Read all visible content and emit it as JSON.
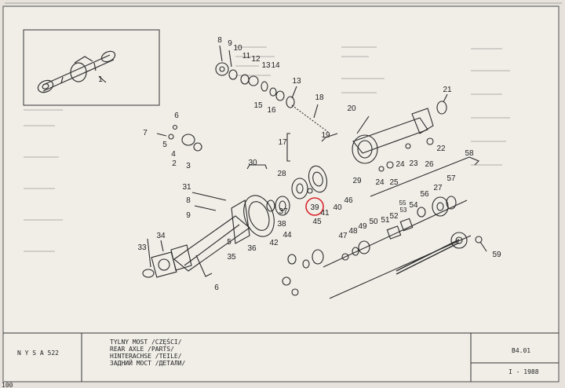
{
  "sheet": {
    "model": "N Y S A  522",
    "title_lines": [
      "TYLNY MOST /CZĘŚCI/",
      "REAR AXLE /PARTS/",
      "HINTERACHSE /TEILE/",
      "ЗАДНИЙ МОСТ /ДЕТАЛИ/"
    ],
    "page_code": "B4.01",
    "date": "I - 1988",
    "corner_number": "100"
  },
  "callouts": [
    {
      "id": "c1",
      "label": "1"
    },
    {
      "id": "c2",
      "label": "2"
    },
    {
      "id": "c3",
      "label": "3"
    },
    {
      "id": "c4",
      "label": "4"
    },
    {
      "id": "c5",
      "label": "5"
    },
    {
      "id": "c6",
      "label": "6"
    },
    {
      "id": "c7",
      "label": "7"
    },
    {
      "id": "c8",
      "label": "8"
    },
    {
      "id": "c9",
      "label": "9"
    },
    {
      "id": "c10",
      "label": "10"
    },
    {
      "id": "c11",
      "label": "11"
    },
    {
      "id": "c12",
      "label": "12"
    },
    {
      "id": "c13a",
      "label": "13"
    },
    {
      "id": "c13b",
      "label": "13"
    },
    {
      "id": "c14",
      "label": "14"
    },
    {
      "id": "c15",
      "label": "15"
    },
    {
      "id": "c16",
      "label": "16"
    },
    {
      "id": "c17",
      "label": "17"
    },
    {
      "id": "c18",
      "label": "18"
    },
    {
      "id": "c19",
      "label": "19"
    },
    {
      "id": "c20",
      "label": "20"
    },
    {
      "id": "c21",
      "label": "21"
    },
    {
      "id": "c22",
      "label": "22"
    },
    {
      "id": "c23",
      "label": "23"
    },
    {
      "id": "c24a",
      "label": "24"
    },
    {
      "id": "c24b",
      "label": "24"
    },
    {
      "id": "c25",
      "label": "25"
    },
    {
      "id": "c26",
      "label": "26"
    },
    {
      "id": "c27",
      "label": "27"
    },
    {
      "id": "c28",
      "label": "28"
    },
    {
      "id": "c29",
      "label": "29"
    },
    {
      "id": "c30",
      "label": "30"
    },
    {
      "id": "c31",
      "label": "31"
    },
    {
      "id": "c8b",
      "label": "8"
    },
    {
      "id": "c9b",
      "label": "9"
    },
    {
      "id": "c5b",
      "label": "5"
    },
    {
      "id": "c33",
      "label": "33"
    },
    {
      "id": "c34",
      "label": "34"
    },
    {
      "id": "c35",
      "label": "35"
    },
    {
      "id": "c36",
      "label": "36"
    },
    {
      "id": "c37",
      "label": "37"
    },
    {
      "id": "c38",
      "label": "38"
    },
    {
      "id": "c39",
      "label": "39"
    },
    {
      "id": "c40",
      "label": "40"
    },
    {
      "id": "c41",
      "label": "41"
    },
    {
      "id": "c42",
      "label": "42"
    },
    {
      "id": "c44",
      "label": "44"
    },
    {
      "id": "c45",
      "label": "45"
    },
    {
      "id": "c46",
      "label": "46"
    },
    {
      "id": "c47",
      "label": "47"
    },
    {
      "id": "c48",
      "label": "48"
    },
    {
      "id": "c49",
      "label": "49"
    },
    {
      "id": "c50",
      "label": "50"
    },
    {
      "id": "c51",
      "label": "51"
    },
    {
      "id": "c52",
      "label": "52"
    },
    {
      "id": "c53",
      "label": "53"
    },
    {
      "id": "c54",
      "label": "54"
    },
    {
      "id": "c55",
      "label": "55"
    },
    {
      "id": "c56",
      "label": "56"
    },
    {
      "id": "c57",
      "label": "57"
    },
    {
      "id": "c58",
      "label": "58"
    },
    {
      "id": "c59",
      "label": "59"
    },
    {
      "id": "c6b",
      "label": "6"
    }
  ],
  "highlight": {
    "label": "39",
    "color": "#d8262c"
  }
}
